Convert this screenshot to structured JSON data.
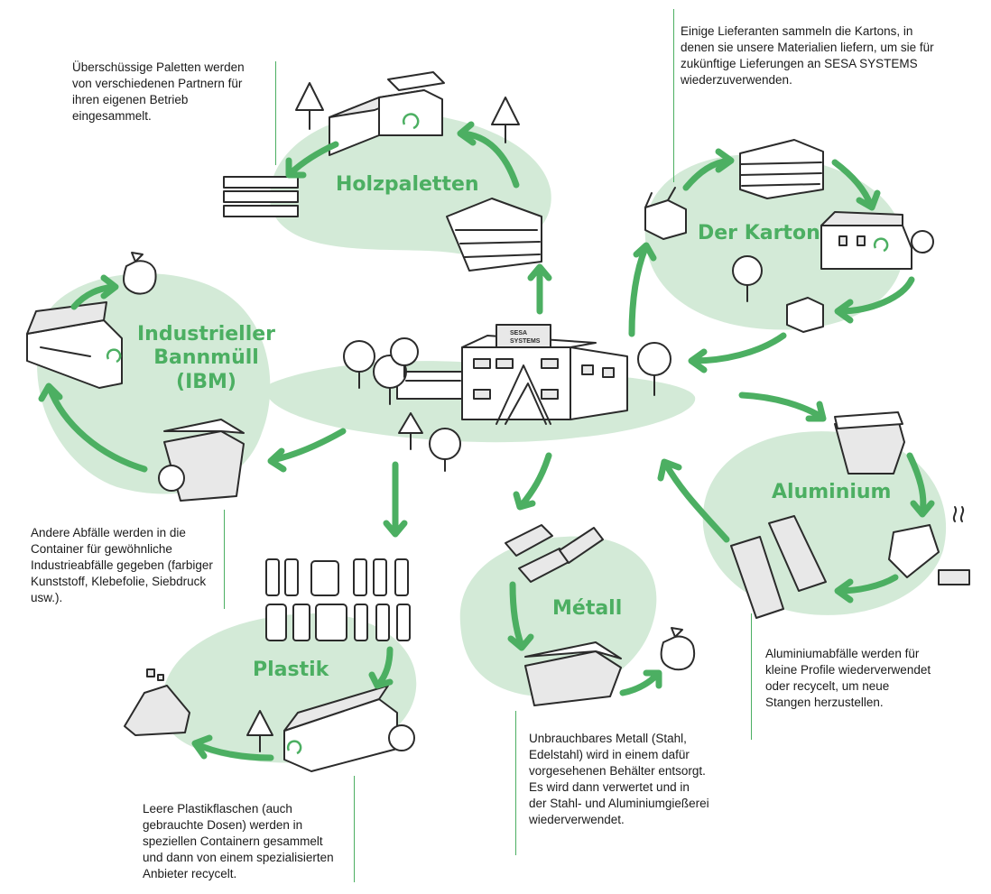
{
  "labels": {
    "holzpaletten": "Holzpaletten",
    "karton": "Der Karton",
    "industrieller": "Industrieller",
    "bannmull": "Bannmüll",
    "ibm": "(IBM)",
    "aluminium": "Aluminium",
    "metall": "Métall",
    "plastik": "Plastik"
  },
  "notes": {
    "holzpaletten": "Überschüssige Paletten werden von verschiedenen Partnern für ihren eigenen Betrieb eingesammelt.",
    "karton": "Einige Lieferanten sammeln die Kartons, in denen sie unsere Materialien liefern, um sie für zukünftige Lieferungen an SESA SYSTEMS wiederzuverwenden.",
    "ibm": "Andere Abfälle werden in die Container für gewöhnliche Industrieabfälle gegeben (farbiger Kunststoff, Klebefolie, Siebdruck usw.).",
    "aluminium": "Aluminiumabfälle werden für kleine Profile wiederverwendet oder recycelt, um neue Stangen herzustellen.",
    "metall": "Unbrauchbares Metall (Stahl, Edelstahl) wird in einem dafür vorgesehenen Behälter entsorgt. Es wird dann verwertet und in der Stahl- und Aluminiumgießerei wiederverwendet.",
    "plastik": "Leere Plastikflaschen (auch gebrauchte Dosen) werden in speziellen Containern gesammelt und dann von einem spezialisierten Anbieter recycelt."
  },
  "logo": {
    "line1": "SESA",
    "line2": "SYSTEMS"
  },
  "colors": {
    "accent": "#4caf62",
    "blob": "#d3ead7",
    "ink": "#2b2b2b"
  }
}
